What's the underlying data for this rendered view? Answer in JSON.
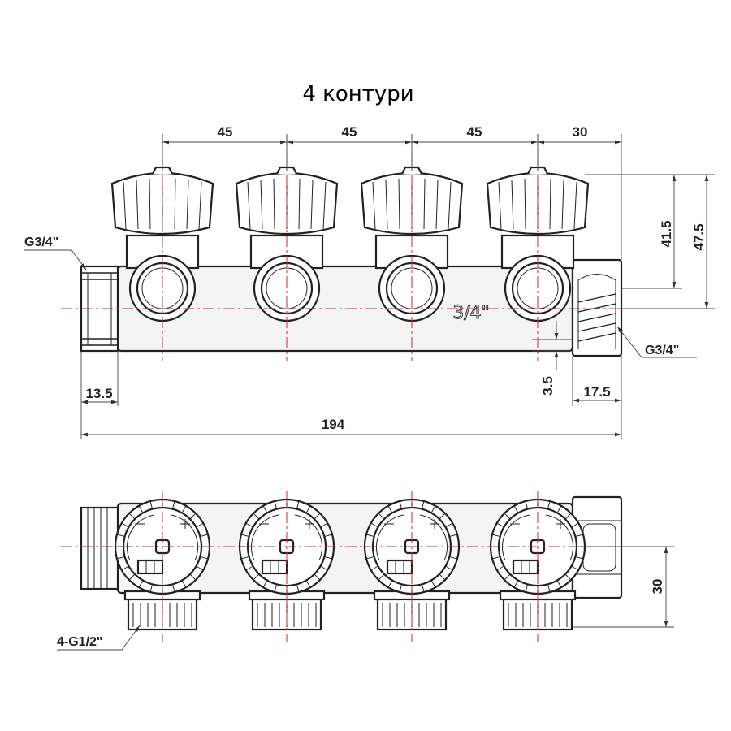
{
  "title": "4 контури",
  "top_view": {
    "spacings": [
      "45",
      "45",
      "45",
      "30"
    ],
    "height_inner": "41.5",
    "height_outer": "47.5",
    "inlet_thread": "G3/4\"",
    "outlet_thread": "G3/4\"",
    "body_size_mark": "3/4\"",
    "left_thread_length": "13.5",
    "right_thread_length": "17.5",
    "bottom_offset": "3.5",
    "total_length": "194"
  },
  "front_view": {
    "branch_thread": "4-G1/2\"",
    "branch_length": "30",
    "loop_count": 4
  }
}
